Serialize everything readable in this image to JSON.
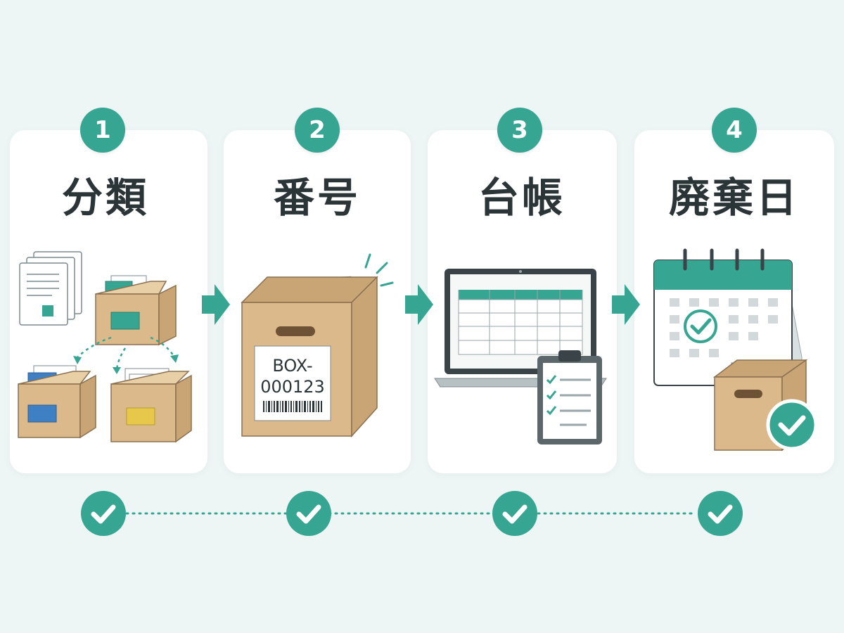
{
  "steps": [
    {
      "number": "1",
      "title": "分類"
    },
    {
      "number": "2",
      "title": "番号"
    },
    {
      "number": "3",
      "title": "台帳"
    },
    {
      "number": "4",
      "title": "廃棄日"
    }
  ],
  "box_label": {
    "line1": "BOX-",
    "line2": "000123"
  },
  "colors": {
    "accent": "#36a592",
    "cardboard": "#dcb98a",
    "text": "#2b3437",
    "background": "#eef6f5"
  }
}
